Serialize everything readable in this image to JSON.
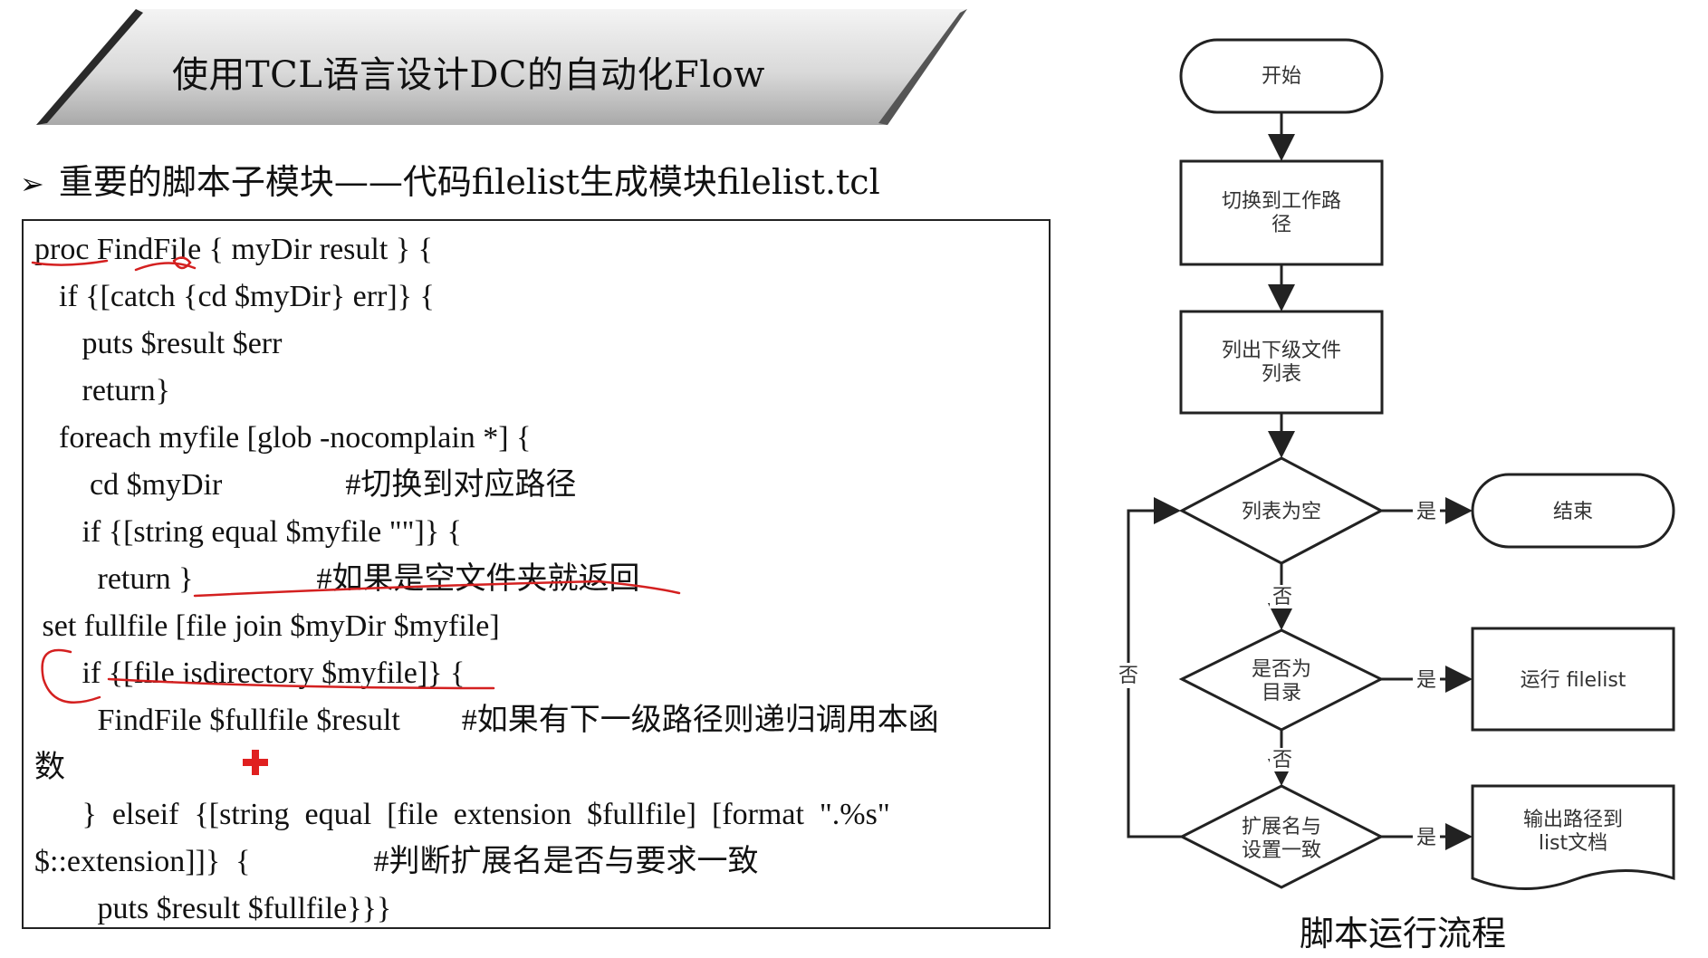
{
  "slide": {
    "title": "使用TCL语言设计DC的自动化Flow",
    "subtitle": "重要的脚本子模块——代码filelist生成模块filelist.tcl",
    "bullet_glyph": "➢"
  },
  "code": {
    "lines": [
      "proc FindFile { myDir result } {",
      "  if {[catch {cd $myDir} err]} {",
      "     puts $result $err",
      "     return}",
      "  foreach myfile [glob -nocomplain *] {",
      "      cd $myDir                #切换到对应路径",
      "     if {[string equal $myfile \"\"]} {",
      "       return }                #如果是空文件夹就返回",
      " set fullfile [file join $myDir $myfile]",
      "     if {[file isdirectory $myfile]} {",
      "       FindFile $fullfile $result        #如果有下一级路径则递归调用本函",
      "数",
      "     }  elseif  {[string  equal  [file  extension  $fullfile]  [format  \".%s\"",
      "$::extension]]}  {                #判断扩展名是否与要求一致",
      "       puts $result $fullfile}}}"
    ]
  },
  "flowchart": {
    "caption": "脚本运行流程",
    "nodes": {
      "start": "开始",
      "switch_line1": "切换到工作路",
      "switch_line2": "径",
      "list_line1": "列出下级文件",
      "list_line2": "列表",
      "empty": "列表为空",
      "end": "结束",
      "isdir_line1": "是否为",
      "isdir_line2": "目录",
      "run": "运行 filelist",
      "ext_line1": "扩展名与",
      "ext_line2": "设置一致",
      "out_line1": "输出路径到",
      "out_line2": "list文档"
    },
    "edge_labels": {
      "yes1": "是",
      "yes2": "是",
      "yes3": "是",
      "no1": "否",
      "no2": "否",
      "no_loop": "否"
    }
  },
  "colors": {
    "annotation_red": "#d42020",
    "stroke": "#222222"
  }
}
